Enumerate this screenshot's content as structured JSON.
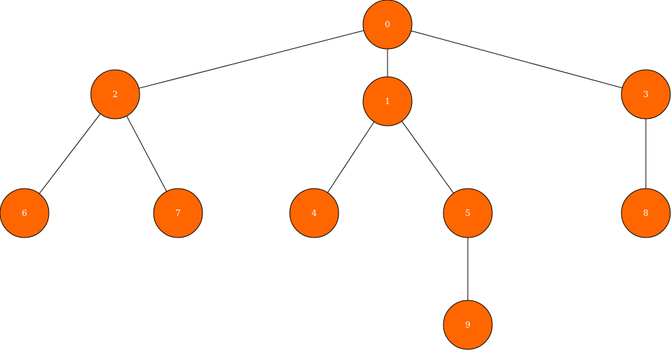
{
  "colors": {
    "node_fill": "#ff6600",
    "node_stroke": "#000000",
    "edge": "#000000",
    "label": "#ffffff",
    "background": "#ffffff"
  },
  "tree": {
    "nodes": [
      {
        "id": "0",
        "label": "0"
      },
      {
        "id": "1",
        "label": "1"
      },
      {
        "id": "2",
        "label": "2"
      },
      {
        "id": "3",
        "label": "3"
      },
      {
        "id": "4",
        "label": "4"
      },
      {
        "id": "5",
        "label": "5"
      },
      {
        "id": "6",
        "label": "6"
      },
      {
        "id": "7",
        "label": "7"
      },
      {
        "id": "8",
        "label": "8"
      },
      {
        "id": "9",
        "label": "9"
      }
    ],
    "edges": [
      {
        "from": "0",
        "to": "2"
      },
      {
        "from": "0",
        "to": "1"
      },
      {
        "from": "0",
        "to": "3"
      },
      {
        "from": "2",
        "to": "6"
      },
      {
        "from": "2",
        "to": "7"
      },
      {
        "from": "1",
        "to": "4"
      },
      {
        "from": "1",
        "to": "5"
      },
      {
        "from": "3",
        "to": "8"
      },
      {
        "from": "5",
        "to": "9"
      }
    ]
  }
}
